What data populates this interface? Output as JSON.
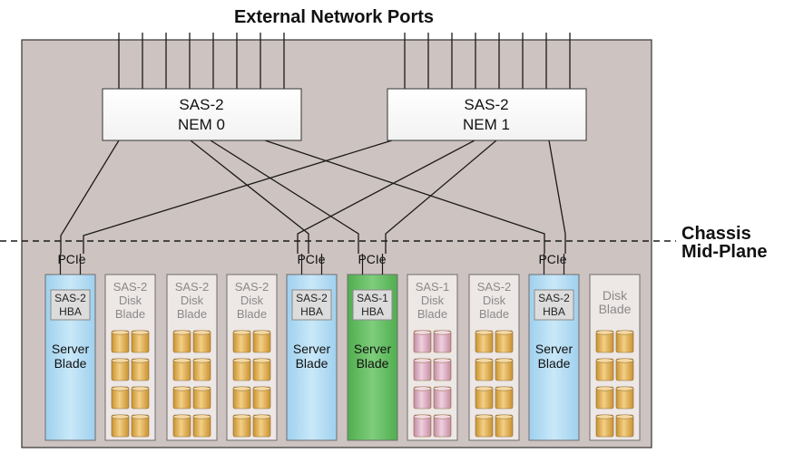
{
  "title": "External Network Ports",
  "midplane_label": [
    "Chassis",
    "Mid-Plane"
  ],
  "nems": [
    {
      "lines": [
        "SAS-2",
        "NEM 0"
      ]
    },
    {
      "lines": [
        "SAS-2",
        "NEM 1"
      ]
    }
  ],
  "pcie_label": "PCIe",
  "blades": [
    {
      "kind": "server",
      "hba": [
        "SAS-2",
        "HBA"
      ],
      "label": [
        "Server",
        "Blade"
      ],
      "pcie": true
    },
    {
      "kind": "disk",
      "label": [
        "SAS-2",
        "Disk",
        "Blade"
      ],
      "disks": "gold"
    },
    {
      "kind": "disk",
      "label": [
        "SAS-2",
        "Disk",
        "Blade"
      ],
      "disks": "gold"
    },
    {
      "kind": "disk",
      "label": [
        "SAS-2",
        "Disk",
        "Blade"
      ],
      "disks": "gold"
    },
    {
      "kind": "server",
      "hba": [
        "SAS-2",
        "HBA"
      ],
      "label": [
        "Server",
        "Blade"
      ],
      "pcie": true
    },
    {
      "kind": "server-green",
      "hba": [
        "SAS-1",
        "HBA"
      ],
      "label": [
        "Server",
        "Blade"
      ],
      "pcie": true
    },
    {
      "kind": "disk",
      "label": [
        "SAS-1",
        "Disk",
        "Blade"
      ],
      "disks": "pink"
    },
    {
      "kind": "disk",
      "label": [
        "SAS-2",
        "Disk",
        "Blade"
      ],
      "disks": "gold"
    },
    {
      "kind": "server",
      "hba": [
        "SAS-2",
        "HBA"
      ],
      "label": [
        "Server",
        "Blade"
      ],
      "pcie": true
    },
    {
      "kind": "disk",
      "label": [
        "Disk",
        "Blade"
      ],
      "disks": "gold"
    }
  ],
  "colors": {
    "chassis": "#cdc3c0",
    "server": "#b5ddf3",
    "server_green": "#6cc06a",
    "disk_blade": "#ede7e5",
    "disk_gold": "#e8b864",
    "disk_pink": "#dfb1c4",
    "line": "#1a1a1a"
  }
}
